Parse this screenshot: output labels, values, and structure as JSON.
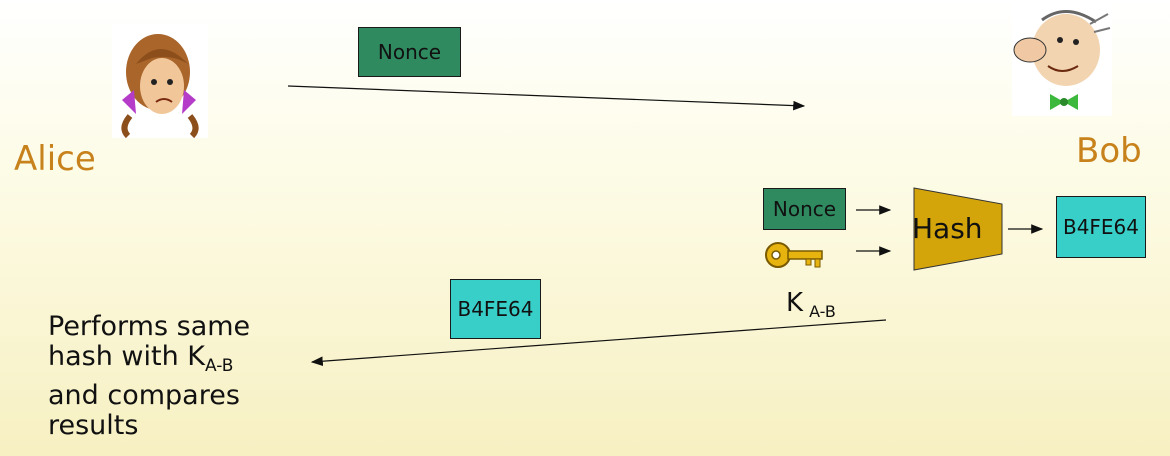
{
  "alice": {
    "name": "Alice"
  },
  "bob": {
    "name": "Bob"
  },
  "message1": {
    "label": "Nonce"
  },
  "hash_block": {
    "input_label": "Nonce",
    "function_label": "Hash",
    "output_label": "B4FE64",
    "key_label": "K",
    "key_subscript": "A-B"
  },
  "message2": {
    "label": "B4FE64"
  },
  "alice_note": {
    "line1": "Performs same",
    "line2_prefix": "hash with K",
    "line2_subscript": "A-B",
    "line3": "and compares",
    "line4": "results"
  },
  "colors": {
    "name_text": "#c8821c",
    "nonce_box": "#2f8a60",
    "digest_box": "#38cfc9",
    "hash_shape": "#d4a50a"
  }
}
